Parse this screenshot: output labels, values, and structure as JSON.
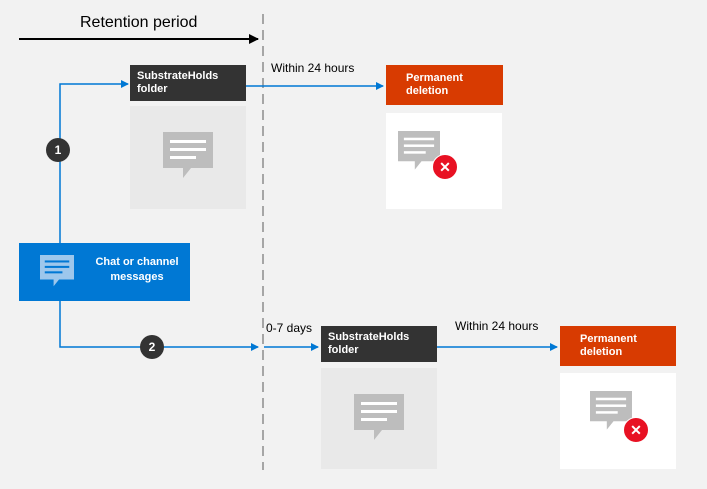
{
  "retention": {
    "label": "Retention period"
  },
  "path1": {
    "step": "1",
    "holds_label": "SubstrateHolds folder",
    "timing": "Within 24 hours",
    "deletion_label": "Permanent deletion"
  },
  "path2": {
    "step": "2",
    "delay": "0-7 days",
    "holds_label": "SubstrateHolds folder",
    "timing": "Within 24 hours",
    "deletion_label": "Permanent deletion"
  },
  "source": {
    "label": "Chat or channel messages"
  },
  "colors": {
    "arrow": "#0078d4",
    "source": "#0078d4",
    "holds": "#333333",
    "deletion": "#d83b01",
    "delete_mark": "#e81123",
    "divider": "#a6a6a6"
  },
  "icons": {
    "message": "message-icon",
    "delete": "delete-x-icon"
  }
}
